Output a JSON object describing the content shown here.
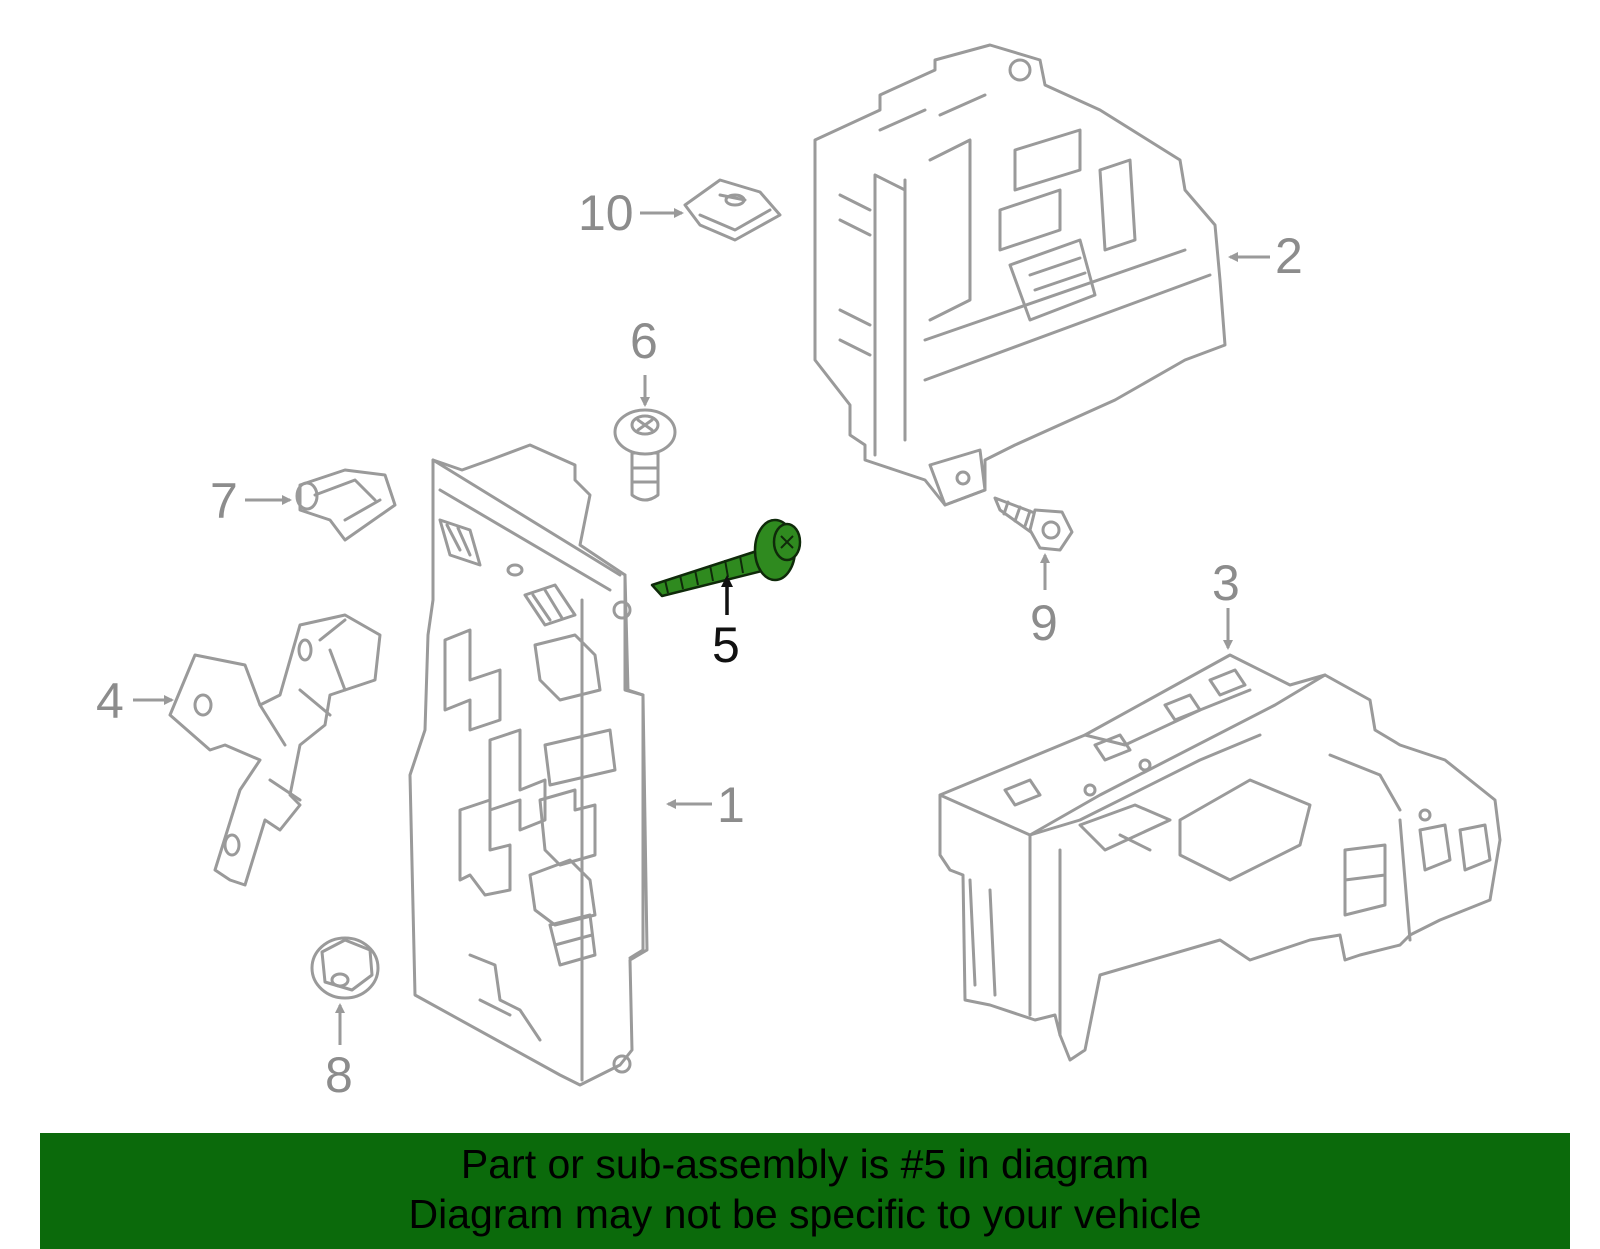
{
  "callouts": {
    "c1": "1",
    "c2": "2",
    "c3": "3",
    "c4": "4",
    "c5": "5",
    "c6": "6",
    "c7": "7",
    "c8": "8",
    "c9": "9",
    "c10": "10"
  },
  "highlight_part": "5",
  "colors": {
    "highlight": "#2f8a1f",
    "banner_bg": "#0b6a0b",
    "line_art": "#9a9a9a"
  },
  "banner": {
    "line1": "Part or sub-assembly is #5 in diagram",
    "line2": "Diagram may not be specific to your vehicle"
  }
}
